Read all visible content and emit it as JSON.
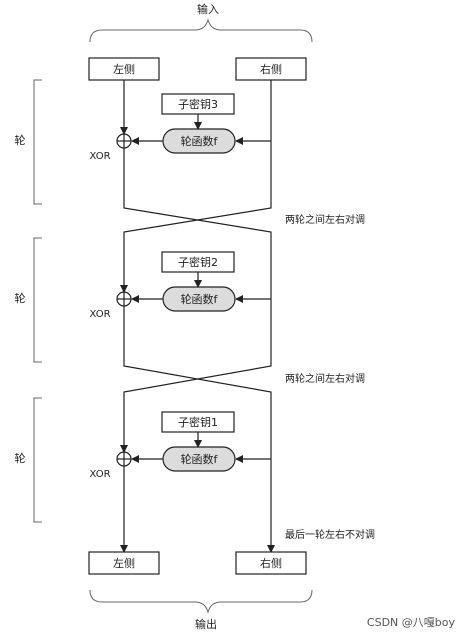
{
  "title_top": "输入",
  "title_bottom": "输出",
  "input_left": "左侧",
  "input_right": "右侧",
  "output_left": "左侧",
  "output_right": "右侧",
  "round_label": "轮",
  "xor_label": "XOR",
  "round_function": "轮函数f",
  "rounds": [
    {
      "subkey": "子密钥3",
      "note": "两轮之间左右对调"
    },
    {
      "subkey": "子密钥2",
      "note": "两轮之间左右对调"
    },
    {
      "subkey": "子密钥1",
      "note": "最后一轮左右不对调"
    }
  ],
  "watermark": "CSDN @八嘎boy"
}
